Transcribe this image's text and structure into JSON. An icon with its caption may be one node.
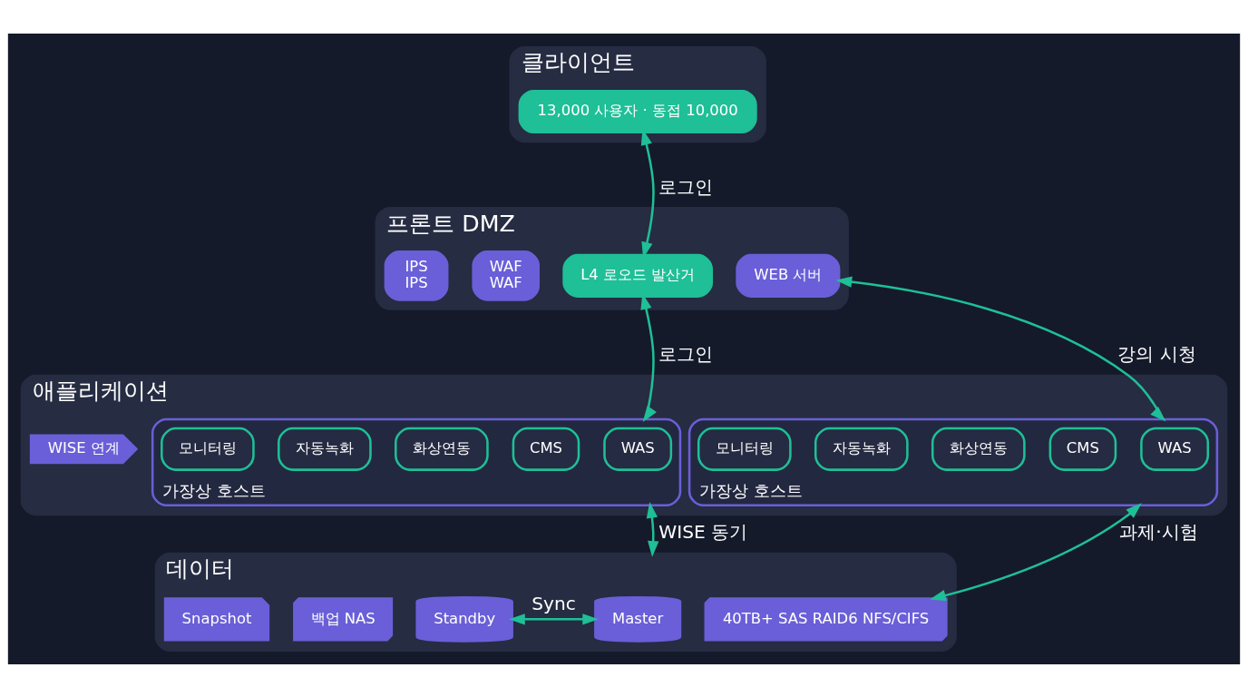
{
  "diagram": {
    "nodes": [
      {
        "text": [
          "클라이언트"
        ]
      },
      {
        "text": [
          "13,000 사용자 · 동접 10,000"
        ],
        "in": 0
      },
      {
        "text": [
          "프론트 DMZ"
        ]
      },
      {
        "text": [
          "L4 로오드 발산거"
        ],
        "in": 2
      },
      {
        "text": [
          "WEB 서버"
        ],
        "in": 2
      },
      {
        "text": [
          "WAF",
          "WAF"
        ],
        "in": 2
      },
      {
        "text": [
          "IPS",
          "IPS"
        ],
        "in": 2
      },
      {
        "text": [
          "애플리케이션"
        ]
      },
      {
        "text": [
          "가장상 호스트"
        ],
        "in": 7
      },
      {
        "text": [
          "WAS"
        ],
        "in": 8
      },
      {
        "text": [
          "CMS"
        ],
        "in": 8
      },
      {
        "text": [
          "화상연동"
        ],
        "in": 8
      },
      {
        "text": [
          "자동녹화"
        ],
        "in": 8
      },
      {
        "text": [
          "모니터링"
        ],
        "in": 8
      },
      {
        "text": [
          "가장상 호스트"
        ],
        "in": 7
      },
      {
        "text": [
          "WAS"
        ],
        "in": 14
      },
      {
        "text": [
          "CMS"
        ],
        "in": 14
      },
      {
        "text": [
          "화상연동"
        ],
        "in": 14
      },
      {
        "text": [
          "자동녹화"
        ],
        "in": 14
      },
      {
        "text": [
          "모니터링"
        ],
        "in": 14
      },
      {
        "text": [
          "WISE 연계"
        ],
        "in": 7
      },
      {
        "text": [
          "데이터"
        ]
      },
      {
        "text": [
          "Master"
        ],
        "in": 21
      },
      {
        "text": [
          "Standby"
        ],
        "in": 21
      },
      {
        "text": [
          "40TB+ SAS RAID6 NFS/CIFS"
        ],
        "in": 21
      },
      {
        "text": [
          "백업 NAS"
        ],
        "in": 21
      },
      {
        "text": [
          "Snapshot"
        ],
        "in": 21
      }
    ],
    "edges": [
      {
        "from": 1,
        "to": 3,
        "arrow": "both",
        "label": "로그인"
      },
      {
        "from": 3,
        "to": 8,
        "arrow": "both",
        "label": "로그인"
      },
      {
        "from": 4,
        "to": 14,
        "arrow": "both",
        "label": "강의 시청"
      },
      {
        "from": 8,
        "to": 21,
        "arrow": "both",
        "label": "WISE 동기"
      },
      {
        "from": 14,
        "to": 24,
        "arrow": "both",
        "label": "과제·시험"
      },
      {
        "from": 22,
        "to": 23,
        "arrow": "both",
        "label": "Sync"
      }
    ]
  }
}
